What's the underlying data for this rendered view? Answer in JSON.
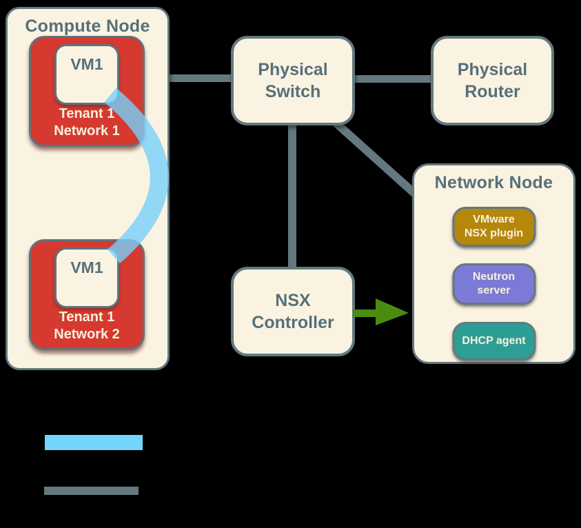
{
  "colors": {
    "background": "#000000",
    "box_fill": "#FBF3E1",
    "box_border": "#64787F",
    "link": "#64787F",
    "title_text": "#567079",
    "tenant_network_fill": "#D5392F",
    "tenant_network_text": "#F8F1E0",
    "tunnel": "rgba(120,208,250,0.8)",
    "arrow_green": "#4A8C10",
    "nsx_plugin_fill": "#B5870A",
    "neutron_fill": "#7C7AD7",
    "dhcp_fill": "#2D9E93",
    "legend_tunnel": "#74D5FC",
    "legend_link": "#64787F"
  },
  "compute_node": {
    "title": "Compute Node",
    "networks": [
      {
        "vm_label": "VM1",
        "name_line1": "Tenant 1",
        "name_line2": "Network 1"
      },
      {
        "vm_label": "VM1",
        "name_line1": "Tenant 1",
        "name_line2": "Network 2"
      }
    ]
  },
  "physical_switch": {
    "label_line1": "Physical",
    "label_line2": "Switch"
  },
  "physical_router": {
    "label_line1": "Physical",
    "label_line2": "Router"
  },
  "nsx_controller": {
    "label_line1": "NSX",
    "label_line2": "Controller"
  },
  "network_node": {
    "title": "Network Node",
    "components": [
      {
        "label_line1": "VMware",
        "label_line2": "NSX plugin",
        "color": "#B5870A"
      },
      {
        "label_line1": "Neutron",
        "label_line2": "server",
        "color": "#7C7AD7"
      },
      {
        "label_line1": "DHCP agent",
        "label_line2": "",
        "color": "#2D9E93"
      }
    ]
  }
}
